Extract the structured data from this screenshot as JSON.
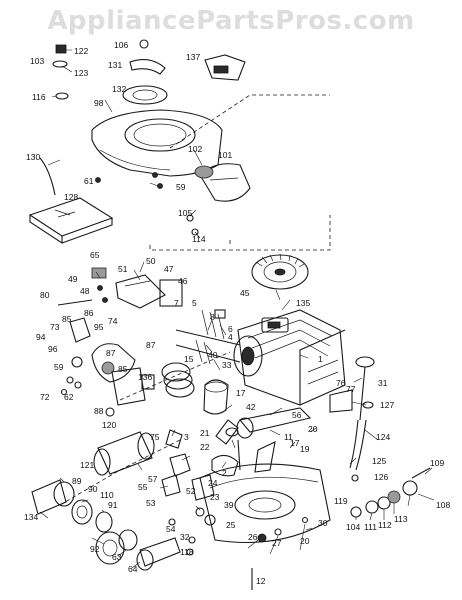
{
  "watermark": "AppliancePartsPros.com",
  "callouts": [
    "122",
    "106",
    "123",
    "103",
    "131",
    "137",
    "132",
    "116",
    "98",
    "130",
    "102",
    "101",
    "61",
    "59",
    "128",
    "105",
    "114",
    "65",
    "50",
    "47",
    "49",
    "48",
    "46",
    "51",
    "45",
    "135",
    "80",
    "7",
    "5",
    "86",
    "85",
    "95",
    "74",
    "73",
    "94",
    "96",
    "87",
    "59",
    "72",
    "62",
    "85",
    "136",
    "88",
    "87",
    "8",
    "6",
    "4",
    "40",
    "33",
    "15",
    "1",
    "76",
    "77",
    "31",
    "127",
    "124",
    "42",
    "56",
    "11",
    "17",
    "120",
    "75",
    "121",
    "3",
    "21",
    "22",
    "2",
    "17",
    "19",
    "20",
    "125",
    "126",
    "109",
    "57",
    "55",
    "53",
    "54",
    "89",
    "90",
    "91",
    "134",
    "110",
    "92",
    "63",
    "64",
    "24",
    "23",
    "52",
    "39",
    "32",
    "118",
    "119",
    "104",
    "111",
    "112",
    "113",
    "108",
    "25",
    "26",
    "27",
    "20",
    "30",
    "12"
  ]
}
